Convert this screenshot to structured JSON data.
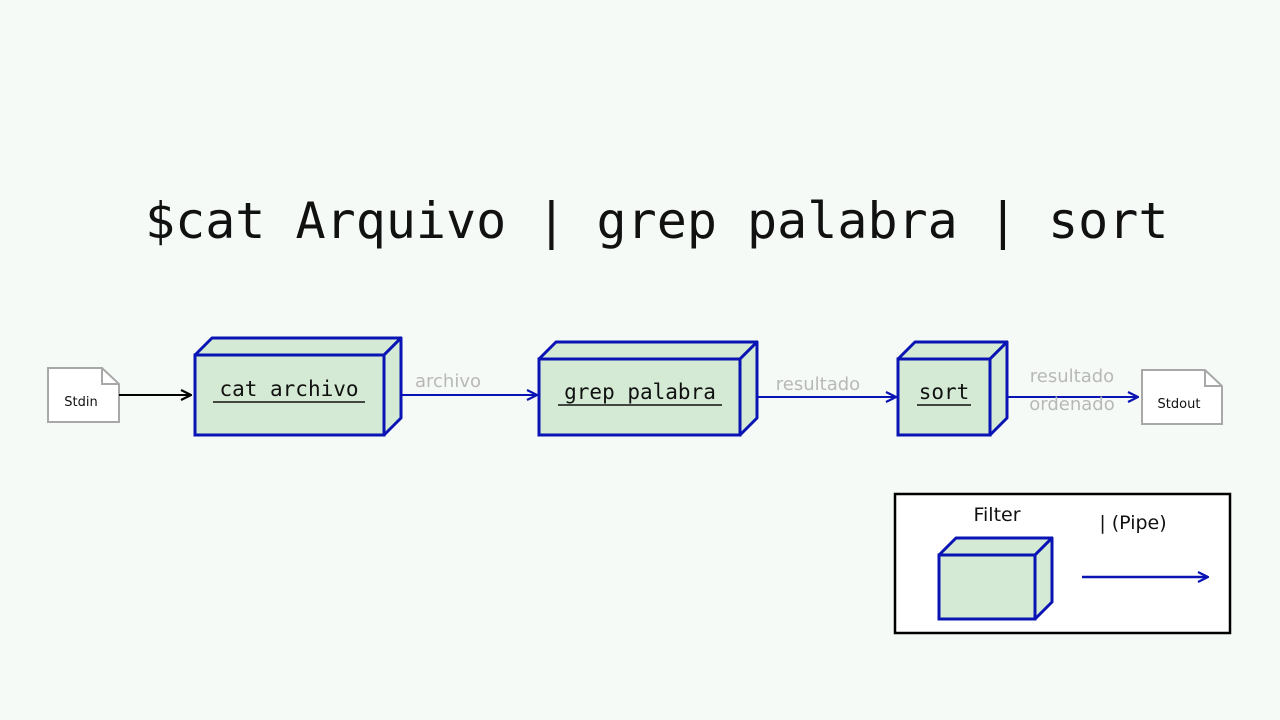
{
  "command": "$cat Arquivo | grep palabra | sort",
  "input_doc": {
    "label": "Stdin"
  },
  "output_doc": {
    "label": "Stdout"
  },
  "filters": [
    {
      "label": "cat archivo"
    },
    {
      "label": "grep palabra"
    },
    {
      "label": "sort"
    }
  ],
  "pipes": [
    {
      "label": "archivo"
    },
    {
      "label": "resultado"
    },
    {
      "label_line1": "resultado",
      "label_line2": "ordenado"
    }
  ],
  "legend": {
    "filter_label": "Filter",
    "pipe_label": "| (Pipe)"
  },
  "colors": {
    "background": "#f6faf6",
    "box_fill": "#d4ead4",
    "box_stroke": "#0a14b4",
    "pipe_label": "#b8b8b8",
    "doc_stroke": "#a8a8a8"
  }
}
